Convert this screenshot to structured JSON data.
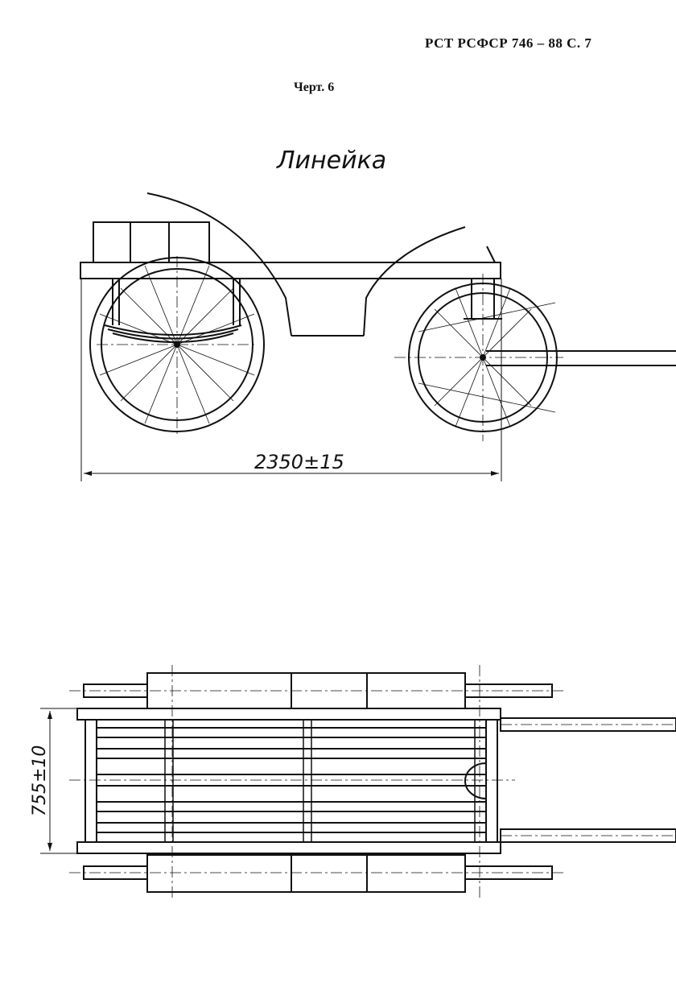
{
  "header": {
    "standard": "РСТ РСФСР 746 – 88 С. 7"
  },
  "figure": {
    "label": "Черт. 6",
    "caption": "Линейка"
  },
  "dimensions": {
    "length": "2350±15",
    "width": "755±10"
  }
}
